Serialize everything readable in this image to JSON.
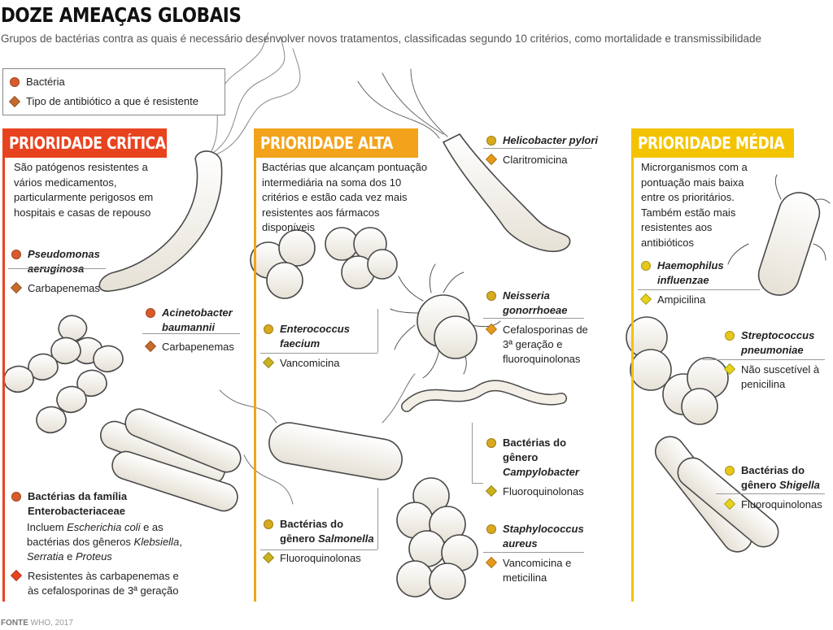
{
  "title": "DOZE AMEAÇAS GLOBAIS",
  "subtitle": "Grupos de bactérias contra as quais é necessário desenvolver novos tratamentos, classificadas segundo 10 critérios, como mortalidade e transmissibilidade",
  "legend": {
    "bacteria_label": "Bactéria",
    "antibiotic_label": "Tipo de antibiótico a que é resistente"
  },
  "colors": {
    "critical": "#e8431f",
    "high": "#f2a31b",
    "medium": "#f3c300",
    "critical_dot": "#d95b2b",
    "high_dot": "#d9a91e",
    "medium_dot": "#e7c81a"
  },
  "critical": {
    "header": "PRIORIDADE CRÍTICA",
    "description": "São patógenos resistentes a vários medicamentos, particularmente perigosos em hospitais e casas de repouso",
    "items": [
      {
        "name": "Pseudomonas aeruginosa",
        "resistance": "Carbapenemas"
      },
      {
        "name": "Acinetobacter baumannii",
        "resistance": "Carbapenemas"
      },
      {
        "name": "Bactérias da família Enterobacteriaceae",
        "note_prefix": "Incluem ",
        "note_italic_1": "Escherichia coli",
        "note_mid": " e as bactérias dos gêneros ",
        "note_italic_2": "Klebsiella",
        "note_comma": ", ",
        "note_italic_3": "Serratia",
        "note_and": " e ",
        "note_italic_4": "Proteus",
        "resistance": "Resistentes às carbapenemas e às cefalosporinas de 3ª geração"
      }
    ]
  },
  "high": {
    "header": "PRIORIDADE ALTA",
    "description": "Bactérias que alcançam pontuação intermediária na soma dos 10 critérios e estão cada vez mais resistentes aos fármacos disponíveis",
    "items": [
      {
        "name": "Enterococcus faecium",
        "resistance": "Vancomicina"
      },
      {
        "name_prefix": "Bactérias do gênero ",
        "name_italic": "Salmonella",
        "resistance": "Fluoroquinolonas"
      },
      {
        "name": "Helicobacter pylori",
        "resistance": "Claritromicina"
      },
      {
        "name": "Neisseria gonorrhoeae",
        "resistance": "Cefalosporinas de 3ª geração e fluoroquinolonas"
      },
      {
        "name_prefix": "Bactérias do gênero ",
        "name_italic": "Campylobacter",
        "resistance": "Fluoroquinolonas"
      },
      {
        "name": "Staphylococcus aureus",
        "resistance": "Vancomicina e meticilina"
      }
    ]
  },
  "medium": {
    "header": "PRIORIDADE MÉDIA",
    "description": "Microrganismos com a pontuação mais baixa entre os prioritários. Também estão mais resistentes aos antibióticos",
    "items": [
      {
        "name": "Haemophilus influenzae",
        "resistance": "Ampicilina"
      },
      {
        "name": "Streptococcus pneumoniae",
        "resistance": "Não suscetível à penicilina"
      },
      {
        "name_prefix": "Bactérias do gênero ",
        "name_italic": "Shigella",
        "resistance": "Fluoroquinolonas"
      }
    ]
  },
  "source": {
    "label": "FONTE",
    "text": "WHO, 2017"
  }
}
